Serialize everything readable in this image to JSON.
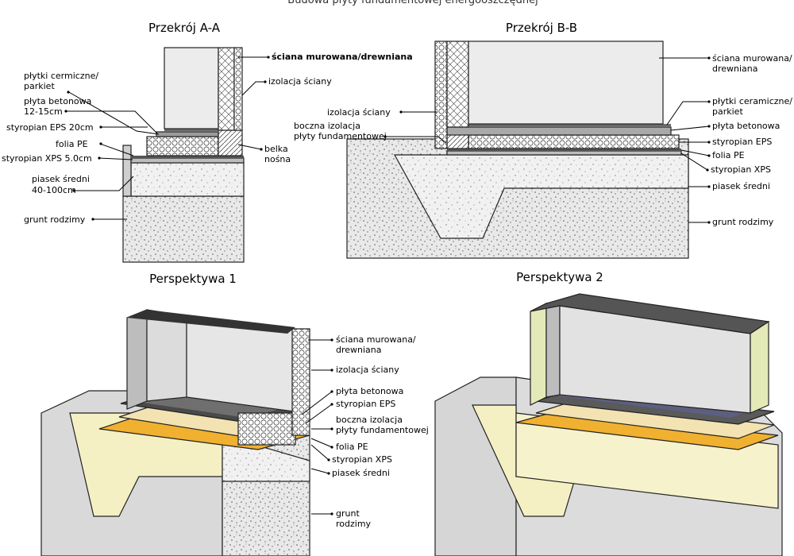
{
  "page_title": "Budowa płyty fundamentowej energooszczędnej",
  "sections": {
    "a": {
      "title": "Przekrój A-A",
      "labels": {
        "wall": "ściana murowana/drewniana",
        "tiles_1": "płytki cermiczne/",
        "tiles_2": "parkiet",
        "wall_insulation": "izolacja ściany",
        "slab_1": "płyta betonowa",
        "slab_2": "12-15cm",
        "eps": "styropian EPS 20cm",
        "beam_1": "belka",
        "beam_2": "nośna",
        "foil": "folia PE",
        "xps": "styropian XPS 5.0cm",
        "sand_1": "piasek średni",
        "sand_2": "40-100cm",
        "ground": "grunt rodzimy"
      }
    },
    "b": {
      "title": "Przekrój B-B",
      "labels": {
        "wall_1": "ściana murowana/",
        "wall_2": "drewniana",
        "wall_insulation": "izolacja ściany",
        "tiles_1": "płytki ceramiczne/",
        "tiles_2": "parkiet",
        "side_1": "boczna izolacja",
        "side_2": "płyty fundamentowej",
        "slab": "płyta betonowa",
        "eps": "styropian EPS",
        "foil": "folia PE",
        "xps": "styropian XPS",
        "sand": "piasek średni",
        "ground": "grunt rodzimy"
      }
    },
    "p1": {
      "title": "Perspektywa 1",
      "labels": {
        "wall_1": "ściana murowana/",
        "wall_2": "drewniana",
        "wall_insulation": "izolacja ściany",
        "slab": "płyta betonowa",
        "eps": "styropian EPS",
        "side_1": "boczna izolacja",
        "side_2": "płyty fundamentowej",
        "foil": "folia PE",
        "xps": "styropian XPS",
        "sand": "piasek średni",
        "ground_1": "grunt",
        "ground_2": "rodzimy"
      }
    },
    "p2": {
      "title": "Perspektywa 2"
    }
  }
}
